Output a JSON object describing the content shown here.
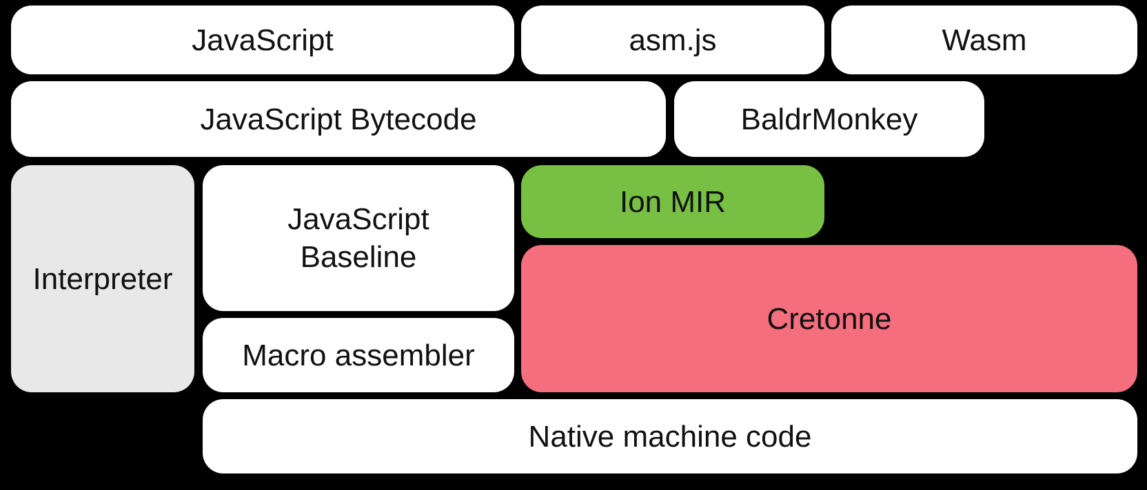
{
  "diagram": {
    "background_color": "#000000",
    "text_color": "#111111",
    "boxes": {
      "javascript": {
        "label": "JavaScript",
        "color": "#ffffff"
      },
      "asmjs": {
        "label": "asm.js",
        "color": "#ffffff"
      },
      "wasm": {
        "label": "Wasm",
        "color": "#ffffff"
      },
      "js_bytecode": {
        "label": "JavaScript Bytecode",
        "color": "#ffffff"
      },
      "baldrmonkey": {
        "label": "BaldrMonkey",
        "color": "#ffffff"
      },
      "interpreter": {
        "label": "Interpreter",
        "color": "#e8e8e8"
      },
      "js_baseline": {
        "label": "JavaScript Baseline",
        "color": "#ffffff"
      },
      "ion_mir": {
        "label": "Ion MIR",
        "color": "#77c043"
      },
      "cretonne": {
        "label": "Cretonne",
        "color": "#f46e7e"
      },
      "macro_assembler": {
        "label": "Macro assembler",
        "color": "#ffffff"
      },
      "native_code": {
        "label": "Native machine code",
        "color": "#ffffff"
      }
    }
  }
}
